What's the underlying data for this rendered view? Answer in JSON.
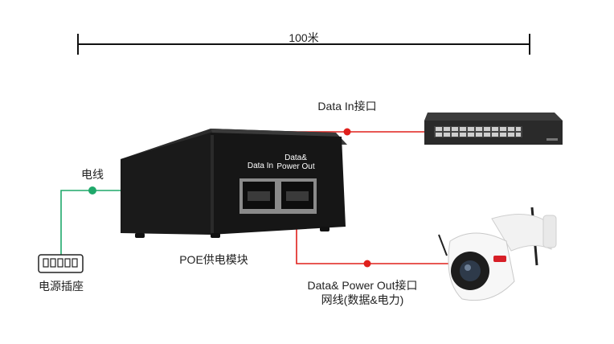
{
  "distance_label": "100米",
  "data_in_label": "Data In接口",
  "power_cable_label": "电线",
  "outlet_label": "电源插座",
  "module_label": "POE供电模块",
  "out_label_line1": "Data& Power  Out接口",
  "out_label_line2": "网线(数据&电力)",
  "port_in_label": "Data  In",
  "port_out_label_line1": "Data&",
  "port_out_label_line2": "Power Out",
  "colors": {
    "data_line": "#e0201c",
    "power_line": "#1fa86a",
    "device_body": "#1b1b1b",
    "text": "#222222"
  }
}
